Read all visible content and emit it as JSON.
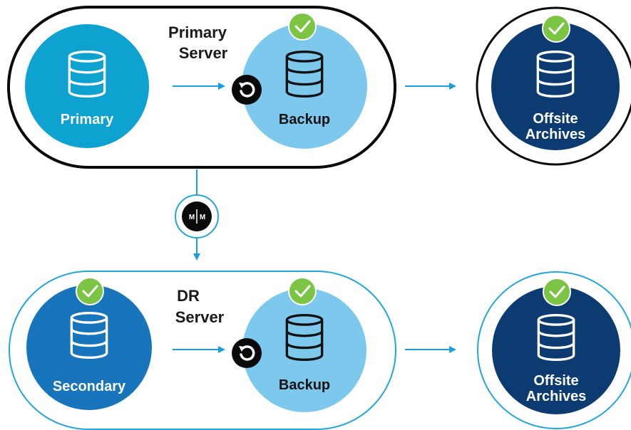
{
  "colors": {
    "primary_node": "#0da2d0",
    "backup_node": "#7dc9ee",
    "secondary_node": "#1875bb",
    "offsite_node": "#0b3b70",
    "primary_border": "#0a0a0a",
    "dr_border": "#21a8d8",
    "arrow": "#1a9fdc",
    "check": "#7cc444"
  },
  "primary_group": {
    "title_line1": "Primary",
    "title_line2": "Server",
    "nodes": {
      "primary": {
        "label": "Primary",
        "icon": "database-icon"
      },
      "backup": {
        "label": "Backup",
        "icon": "database-icon",
        "badge": "sync-icon",
        "status": "check-icon"
      }
    }
  },
  "primary_offsite": {
    "label_line1": "Offsite",
    "label_line2": "Archives",
    "icon": "database-icon",
    "status": "check-icon"
  },
  "replication": {
    "left": "M",
    "right": "M",
    "icon": "mm-replication-icon"
  },
  "dr_group": {
    "title_line1": "DR",
    "title_line2": "Server",
    "nodes": {
      "secondary": {
        "label": "Secondary",
        "icon": "database-icon",
        "status": "check-icon"
      },
      "backup": {
        "label": "Backup",
        "icon": "database-icon",
        "badge": "sync-icon",
        "status": "check-icon"
      }
    }
  },
  "dr_offsite": {
    "label_line1": "Offsite",
    "label_line2": "Archives",
    "icon": "database-icon",
    "status": "check-icon"
  }
}
